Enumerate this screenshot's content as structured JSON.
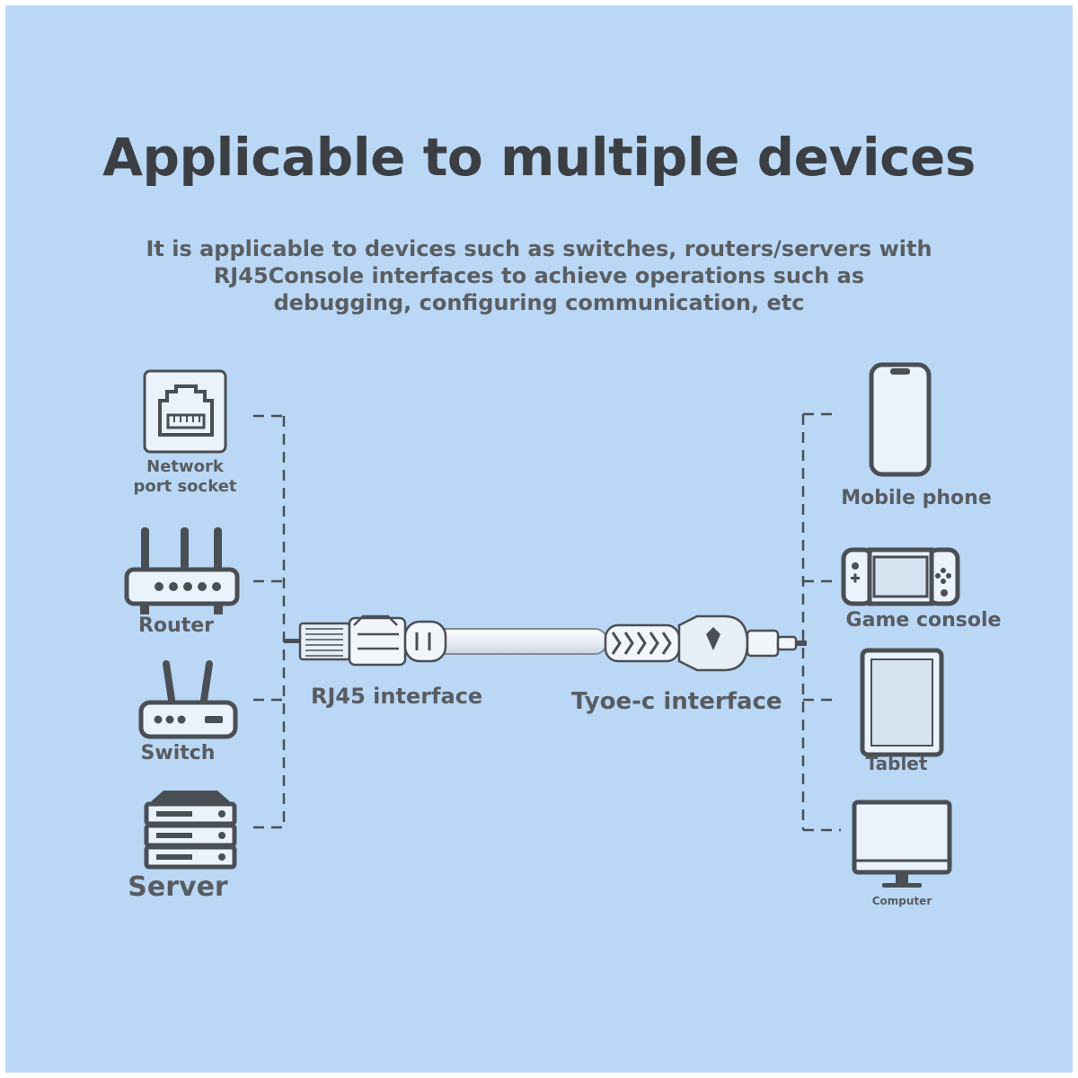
{
  "title": "Applicable to multiple devices",
  "subtitle": {
    "line1": "It is applicable to devices such as switches, routers/servers with",
    "line2": "RJ45Console interfaces to achieve operations such as",
    "line3": "debugging, configuring communication, etc"
  },
  "left_devices": {
    "network_port_socket": {
      "line1": "Network",
      "line2": "port socket",
      "icon": "network-port-icon"
    },
    "router": {
      "label": "Router",
      "icon": "router-icon"
    },
    "switch": {
      "label": "Switch",
      "icon": "switch-icon"
    },
    "server": {
      "label": "Server",
      "icon": "server-icon"
    }
  },
  "right_devices": {
    "mobile_phone": {
      "label": "Mobile phone",
      "icon": "phone-icon"
    },
    "game_console": {
      "label": "Game console",
      "icon": "game-console-icon"
    },
    "tablet": {
      "label": "Tablet",
      "icon": "tablet-icon"
    },
    "computer": {
      "label": "Computer",
      "icon": "monitor-icon"
    }
  },
  "cable": {
    "rj45_label": "RJ45 interface",
    "typec_label": "Tyoe-c interface",
    "icons": [
      "rj45-connector-icon",
      "usb-c-connector-icon"
    ]
  },
  "colors": {
    "background": "#bad8f5",
    "icon_stroke": "#4a4f55",
    "title": "#3b3f44",
    "text": "#585c61",
    "cable": "#eef3f8"
  }
}
